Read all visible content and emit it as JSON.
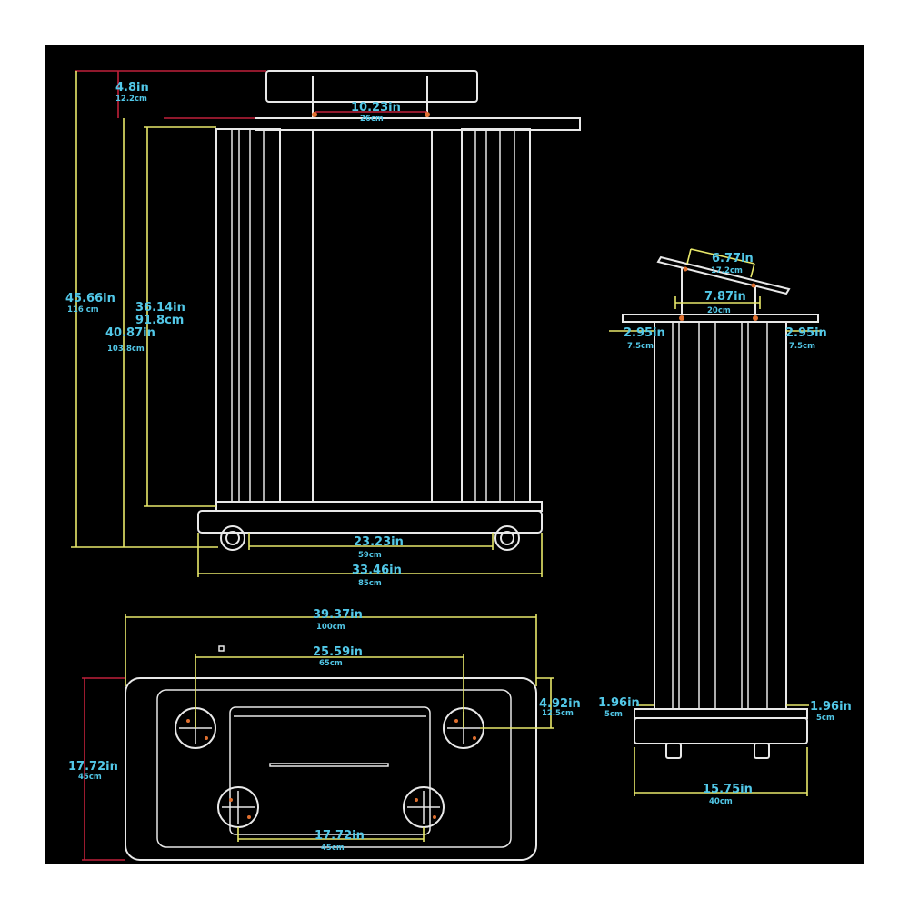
{
  "colors": {
    "background": "#000000",
    "outline": "#e8e8e8",
    "dimension_line": "#e8e86a",
    "dimension_line_alt": "#c0203a",
    "label": "#52c8e8"
  },
  "front_view": {
    "top_offset": {
      "in": "4.8in",
      "cm": "12.2cm"
    },
    "book_rest_gap": {
      "in": "10.23in",
      "cm": "26cm"
    },
    "total_height": {
      "in": "45.66in",
      "cm": "116 cm"
    },
    "height_to_top": {
      "in": "40.87in",
      "cm": "103.8cm"
    },
    "body_height": {
      "in": "36.14in",
      "cm": "91.8cm"
    },
    "inner_width": {
      "in": "23.23in",
      "cm": "59cm"
    },
    "base_width": {
      "in": "33.46in",
      "cm": "85cm"
    }
  },
  "side_view": {
    "book_rest_length": {
      "in": "6.77in",
      "cm": "17.2cm"
    },
    "support_spacing": {
      "in": "7.87in",
      "cm": "20cm"
    },
    "top_overhang_left": {
      "in": "2.95in",
      "cm": "7.5cm"
    },
    "top_overhang_right": {
      "in": "2.95in",
      "cm": "7.5cm"
    },
    "base_overhang_left": {
      "in": "1.96in",
      "cm": "5cm"
    },
    "base_overhang_right": {
      "in": "1.96in",
      "cm": "5cm"
    },
    "base_width": {
      "in": "15.75in",
      "cm": "40cm"
    }
  },
  "top_view": {
    "total_width": {
      "in": "39.37in",
      "cm": "100cm"
    },
    "rear_wheel_spacing": {
      "in": "25.59in",
      "cm": "65cm"
    },
    "wheel_inset": {
      "in": "4.92in",
      "cm": "12.5cm"
    },
    "depth": {
      "in": "17.72in",
      "cm": "45cm"
    },
    "front_wheel_spacing": {
      "in": "17.72in",
      "cm": "45cm"
    }
  }
}
